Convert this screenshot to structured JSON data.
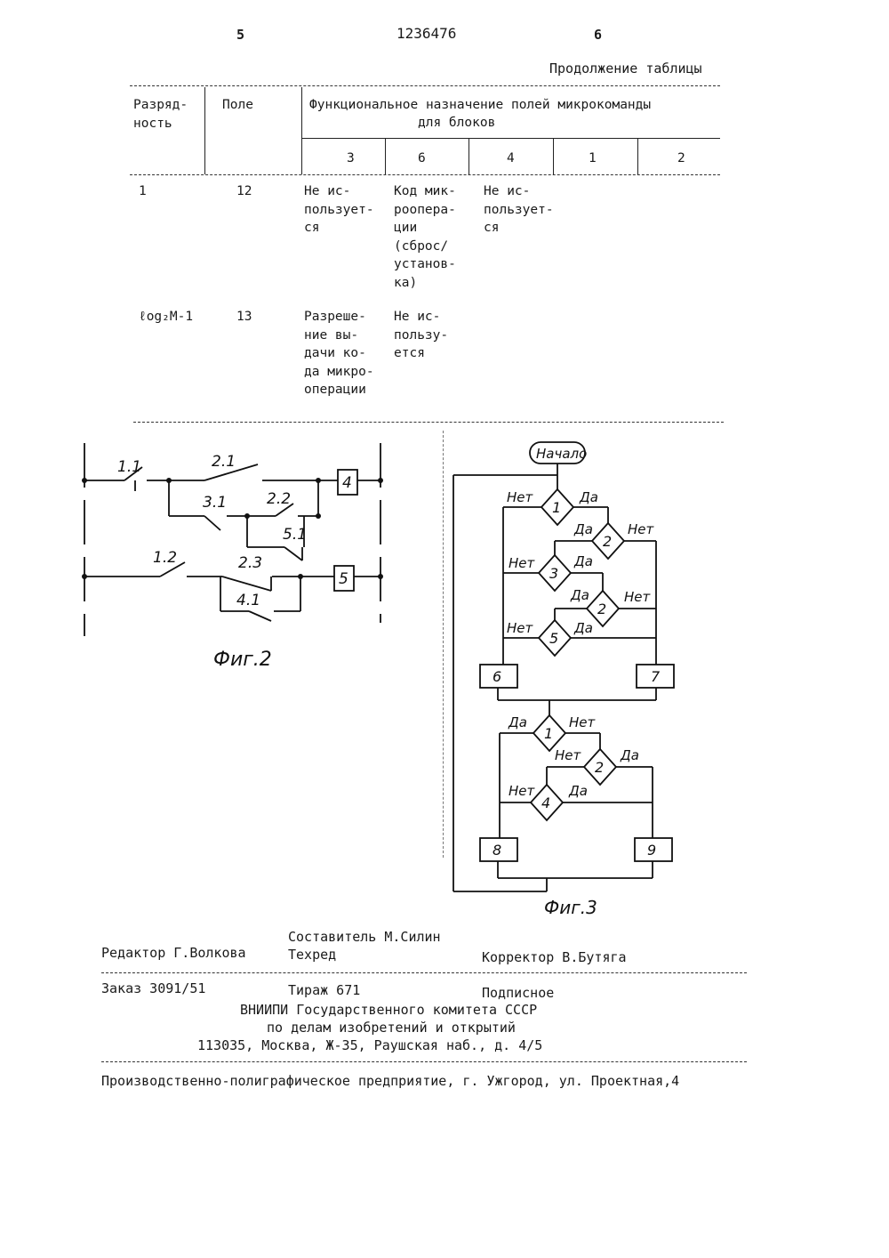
{
  "header": {
    "page_left": "5",
    "patent_number": "1236476",
    "page_right": "6",
    "continuation": "Продолжение таблицы"
  },
  "table": {
    "col_bitness": "Разряд-\nность",
    "col_field": "Поле",
    "col_function": "Функциональное назначение полей микрокоманды",
    "col_function_sub": "для блоков",
    "block_numbers": [
      "3",
      "6",
      "4",
      "1",
      "2"
    ],
    "rows": [
      {
        "bitness": "1",
        "field": "12",
        "b3": "Не ис-\nпользует-\nся",
        "b6": "Код мик-\nроопера-\nции\n(сброс/\nустанов-\nка)",
        "b4": "Не ис-\nпользует-\nся"
      },
      {
        "bitness": "ℓog₂M-1",
        "field": "13",
        "b3": "Разреше-\nние вы-\nдачи ко-\nда микро-\nоперации",
        "b6": "Не ис-\nпользу-\nется",
        "b4": ""
      }
    ]
  },
  "fig2": {
    "caption": "Фиг.2",
    "contacts": [
      "1.1",
      "2.1",
      "3.1",
      "2.2",
      "5.1",
      "1.2",
      "2.3",
      "4.1"
    ],
    "coils": [
      "4",
      "5"
    ]
  },
  "fig3": {
    "caption": "Фиг.3",
    "start": "Начало",
    "yes": "Да",
    "no": "Нет",
    "conditions": [
      "1",
      "2",
      "3",
      "2",
      "5",
      "1",
      "2",
      "4"
    ],
    "blocks": [
      "6",
      "7",
      "8",
      "9"
    ]
  },
  "footer": {
    "composer": "Составитель М.Силин",
    "editor": "Редактор Г.Волкова",
    "techred": "Техред",
    "corrector": "Корректор В.Бутяга",
    "order": "Заказ 3091/51",
    "print_run": "Тираж 671",
    "subscription": "Подписное",
    "org1": "ВНИИПИ Государственного комитета СССР",
    "org2": "по делам изобретений и открытий",
    "address": "113035, Москва, Ж-35, Раушская наб., д. 4/5",
    "printer": "Производственно-полиграфическое предприятие, г. Ужгород, ул. Проектная,4"
  }
}
